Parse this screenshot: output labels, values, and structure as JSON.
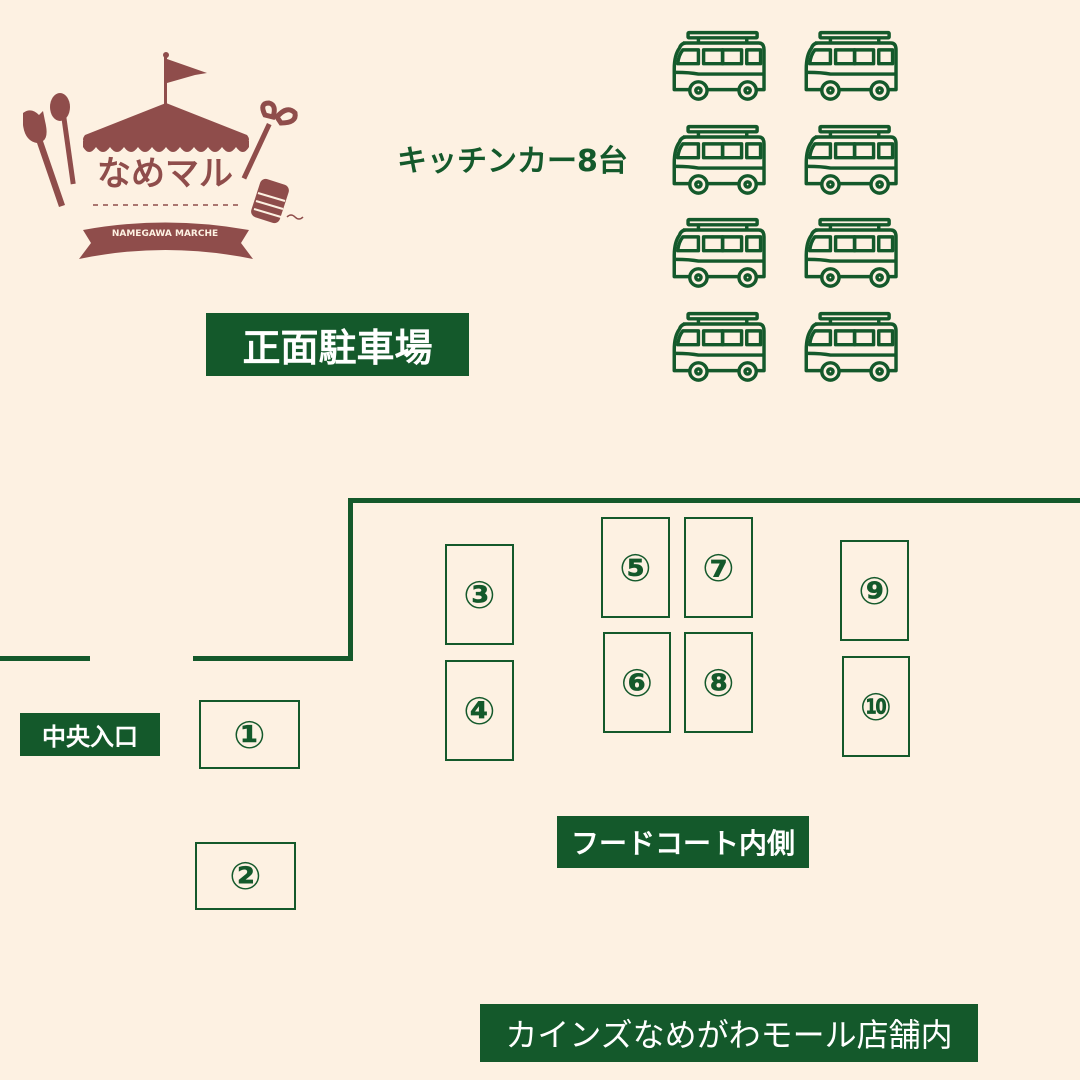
{
  "logo": {
    "name": "なめマル",
    "subtitle": "NAMEGAWA MARCHE",
    "color": "#8f4d4b"
  },
  "kitchen_car_label": "キッチンカー8台",
  "kitchen_car_count": 8,
  "labels": {
    "front_parking": "正面駐車場",
    "central_entrance": "中央入口",
    "food_court_inside": "フードコート内側",
    "store_inside": "カインズなめがわモール店舗内"
  },
  "booths": [
    "①",
    "②",
    "③",
    "④",
    "⑤",
    "⑥",
    "⑦",
    "⑧",
    "⑨",
    "⑩"
  ],
  "colors": {
    "accent": "#14592b",
    "background": "#fdf1e2"
  }
}
